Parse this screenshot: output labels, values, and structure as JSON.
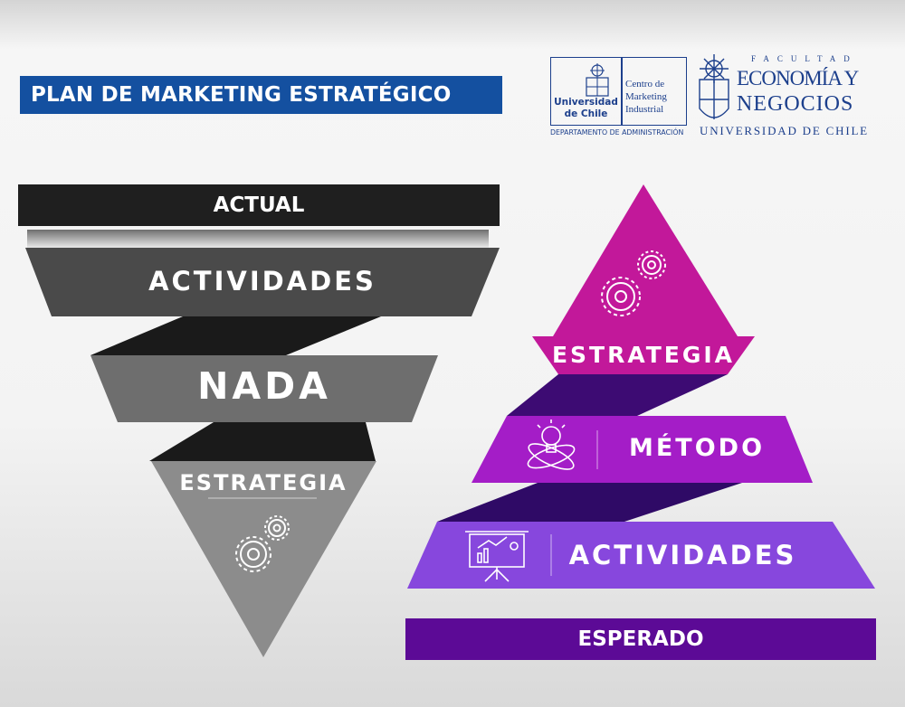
{
  "header": {
    "title": "PLAN DE MARKETING ESTRATÉGICO"
  },
  "logos": {
    "uchile_name": "Universidad de Chile",
    "cmi_name": "Centro de Marketing Industrial",
    "department": "DEPARTAMENTO DE ADMINISTRACIÓN",
    "faculty_label": "FACULTAD",
    "fen_line1": "ECONOMÍA Y",
    "fen_line2": "NEGOCIOS",
    "fen_line3": "UNIVERSIDAD DE CHILE"
  },
  "current": {
    "label": "ACTUAL",
    "levels": [
      "ACTIVIDADES",
      "NADA",
      "ESTRATEGIA"
    ]
  },
  "expected": {
    "label": "ESPERADO",
    "levels": [
      "ESTRATEGIA",
      "MÉTODO",
      "ACTIVIDADES"
    ]
  },
  "colors": {
    "title_bar": "#1450a0",
    "logo_blue": "#1c3f8c",
    "actual_bar": "#1f1f1f",
    "gray_dark": "#4a4a4a",
    "gray_mid": "#6e6e6e",
    "gray_light": "#8c8c8c",
    "magenta": "#c2189a",
    "purple": "#a41dc7",
    "violet": "#8747dd",
    "esperado_bar": "#5c0a96"
  },
  "icons": [
    "gears-icon",
    "lightbulb-atom-icon",
    "presentation-chart-icon"
  ]
}
